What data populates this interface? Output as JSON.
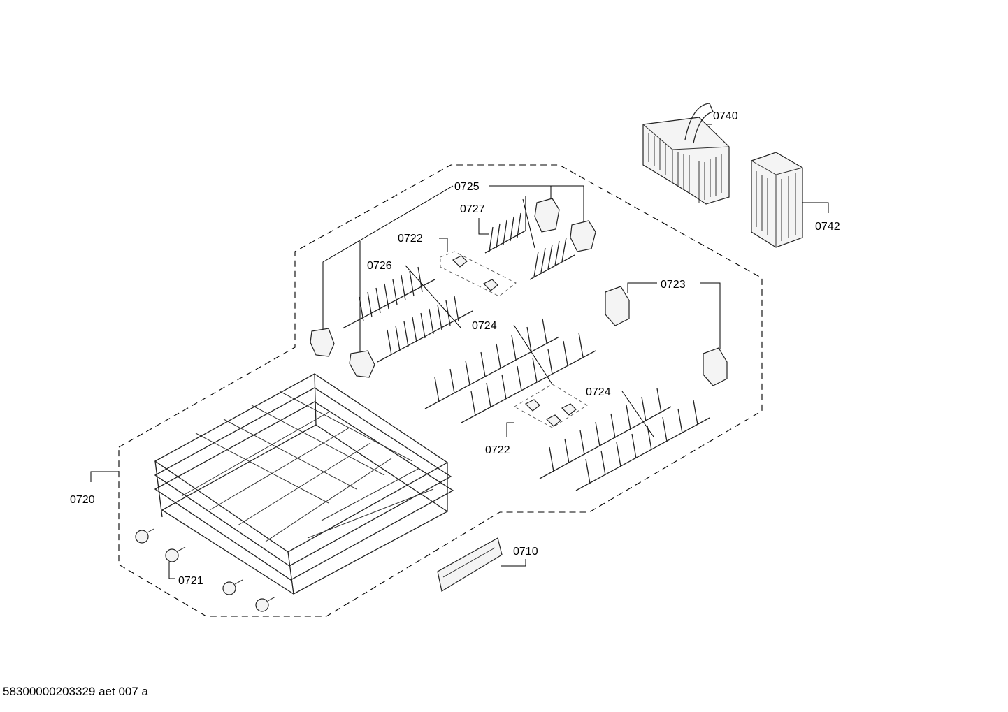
{
  "labels": {
    "c0740": "0740",
    "c0742": "0742",
    "c0725": "0725",
    "c0727": "0727",
    "c0722_top": "0722",
    "c0726": "0726",
    "c0723": "0723",
    "c0724_a": "0724",
    "c0724_b": "0724",
    "c0722_bottom": "0722",
    "c0720": "0720",
    "c0721": "0721",
    "c0710": "0710"
  },
  "footer": "58300000203329 aet 007 a"
}
